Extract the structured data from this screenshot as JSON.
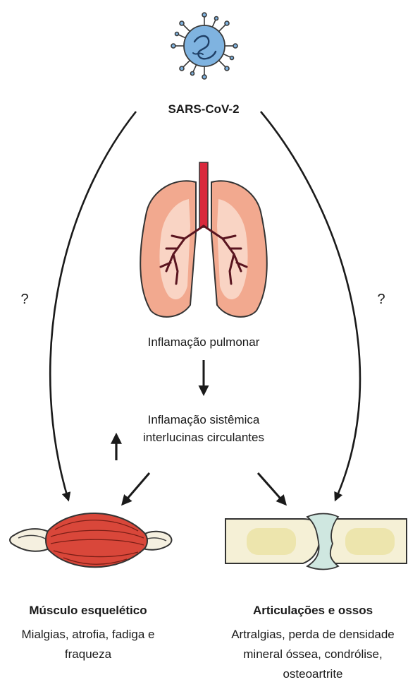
{
  "virus": {
    "label": "SARS-CoV-2",
    "icon": "virus-icon"
  },
  "question_left": "?",
  "question_right": "?",
  "lung": {
    "label": "Inflamação pulmonar",
    "icon": "lungs-icon"
  },
  "systemic": {
    "line1": "Inflamação sistêmica",
    "line2": "interlucinas circulantes"
  },
  "muscle": {
    "title": "Músculo esquelético",
    "description": "Mialgias, atrofia, fadiga e fraqueza",
    "icon": "muscle-icon"
  },
  "joint": {
    "title": "Articulações e ossos",
    "description": "Artralgias, perda de densidade mineral óssea, condrólise, osteoartrite",
    "icon": "bone-joint-icon"
  },
  "colors": {
    "virus_fill": "#7fb3e0",
    "lung_fill": "#f2a98f",
    "lung_inner": "#f9d4c4",
    "trachea": "#d9283c",
    "muscle_fill": "#d9473a",
    "bone_fill": "#f5f0d6",
    "cartilage": "#cfe7e0"
  }
}
